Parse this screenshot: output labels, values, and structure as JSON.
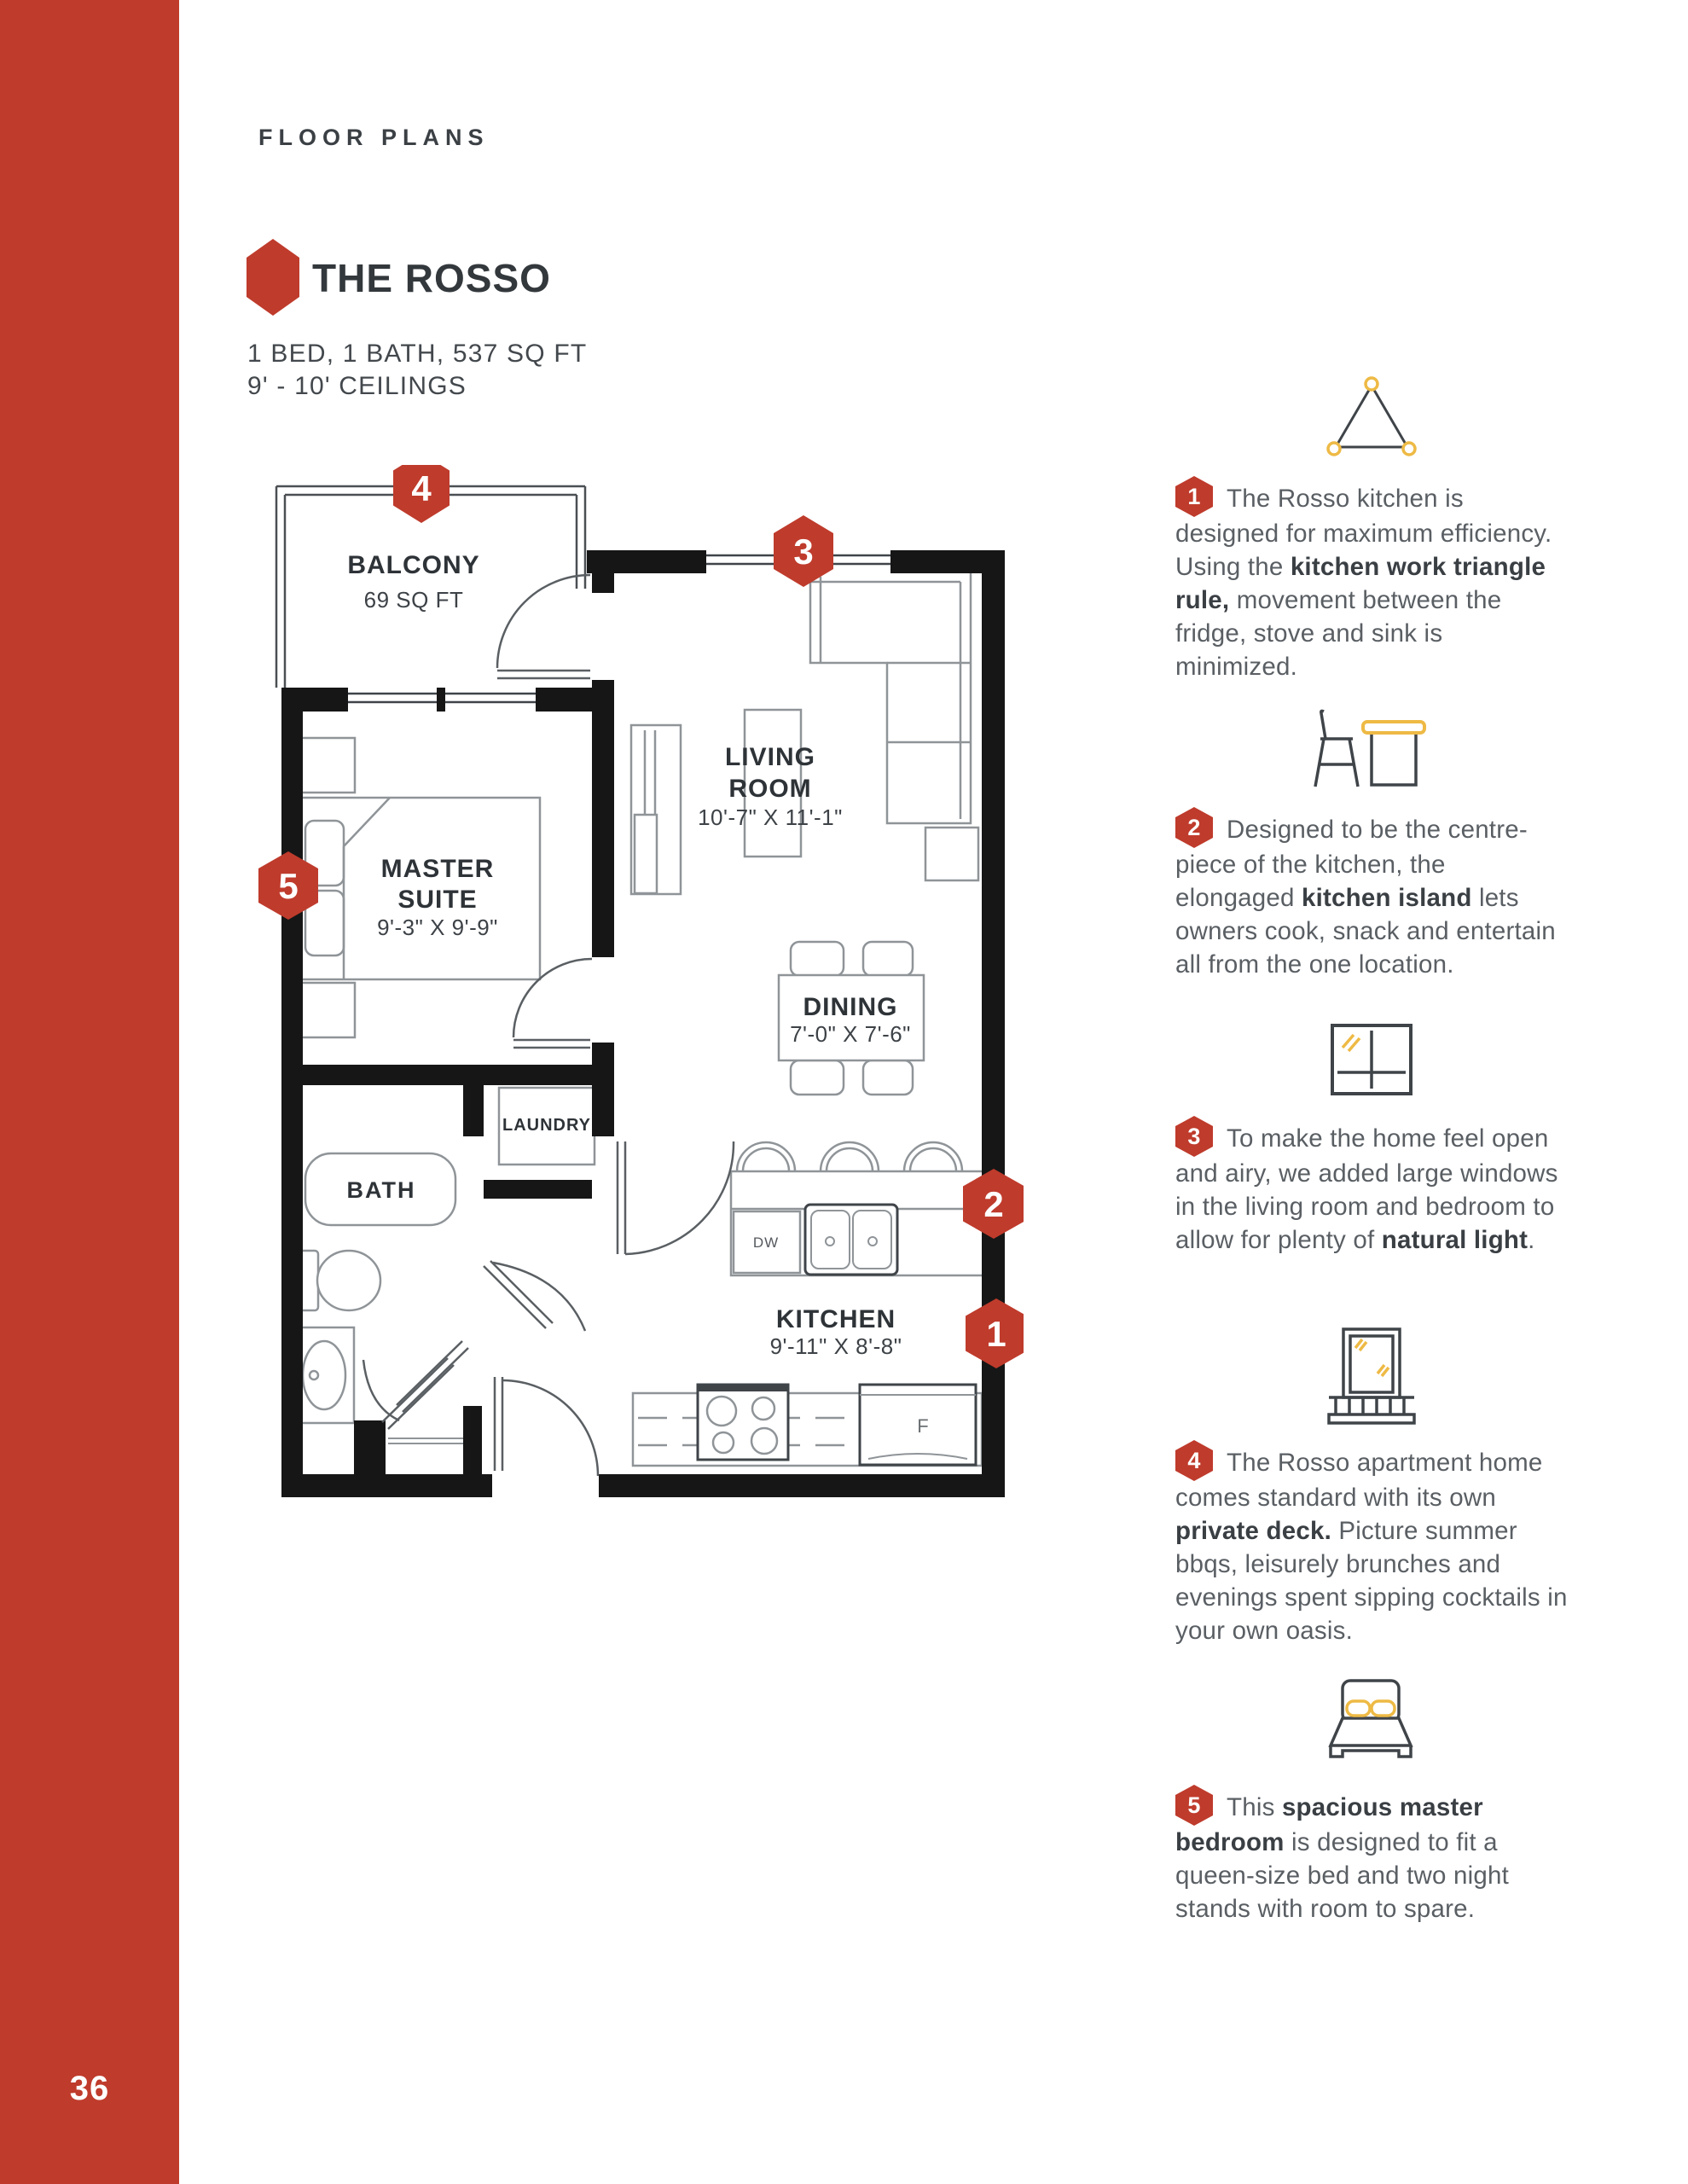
{
  "page": {
    "section_label": "FLOOR PLANS",
    "number": "36"
  },
  "colors": {
    "accent_red": "#bf3b2c",
    "accent_yellow": "#eeba45",
    "wall_black": "#161616",
    "ink": "#33383c",
    "body_text": "#5a5f64"
  },
  "plan_header": {
    "title": "THE ROSSO",
    "specs_line1": "1 BED, 1 BATH, 537 SQ FT",
    "specs_line2": "9' - 10' CEILINGS"
  },
  "floor_plan": {
    "rooms": {
      "balcony": {
        "name": "BALCONY",
        "area": "69 SQ FT"
      },
      "living": {
        "line1": "LIVING",
        "line2": "ROOM",
        "dims": "10'-7\" X 11'-1\""
      },
      "master": {
        "line1": "MASTER",
        "line2": "SUITE",
        "dims": "9'-3\" X 9'-9\""
      },
      "dining": {
        "name": "DINING",
        "dims": "7'-0\" X 7'-6\""
      },
      "kitchen": {
        "name": "KITCHEN",
        "dims": "9'-11\" X 8'-8\""
      },
      "bath": {
        "name": "BATH"
      },
      "laundry": {
        "name": "LAUNDRY"
      },
      "dishwasher_label": "DW",
      "fridge_label": "F"
    },
    "markers": {
      "m1": "1",
      "m2": "2",
      "m3": "3",
      "m4": "4",
      "m5": "5"
    }
  },
  "annotations": [
    {
      "number": "1",
      "icon": "work-triangle",
      "pre": "The Rosso kitchen is designed for maximum efficiency. Using the ",
      "bold": "kitchen work triangle rule,",
      "post": " movement between the fridge, stove and sink is minimized."
    },
    {
      "number": "2",
      "icon": "kitchen-island",
      "pre": "Designed to be the centre-piece of the kitchen, the elongaged ",
      "bold": "kitchen island",
      "post": " lets owners cook, snack and entertain all from the one location."
    },
    {
      "number": "3",
      "icon": "window",
      "pre": "To make the home feel open and airy, we added large windows in the living room and bedroom to allow for plenty of ",
      "bold": "natural light",
      "post": "."
    },
    {
      "number": "4",
      "icon": "balcony",
      "pre": "The Rosso apartment home comes standard with its own ",
      "bold": "private deck.",
      "post": " Picture summer bbqs, leisurely brunches and evenings spent sipping cocktails in your own oasis."
    },
    {
      "number": "5",
      "icon": "bed",
      "pre": "This ",
      "bold": "spacious master bedroom",
      "post": " is designed to fit a queen-size bed and two night stands with room to spare."
    }
  ]
}
